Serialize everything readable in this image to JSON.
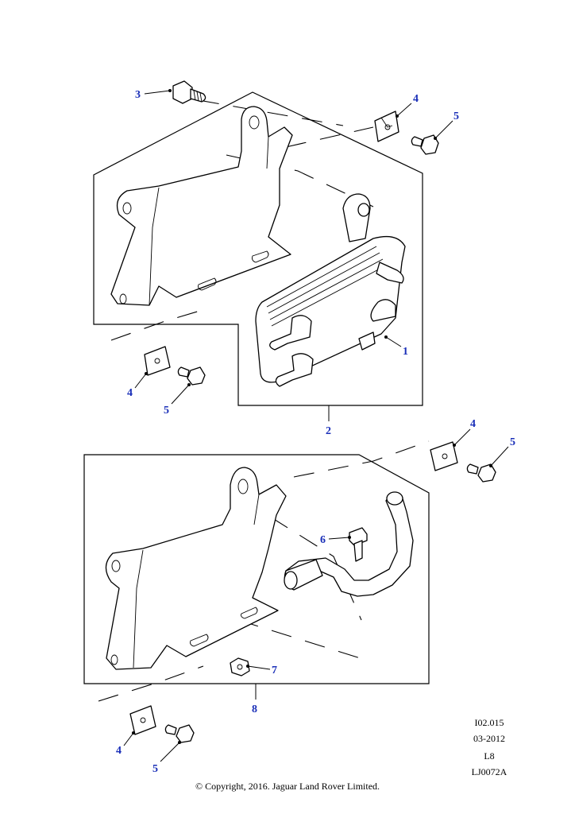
{
  "callouts": {
    "c1": "1",
    "c2": "2",
    "c3": "3",
    "c4a": "4",
    "c5a": "5",
    "c4b": "4",
    "c5b": "5",
    "c4c": "4",
    "c5c": "5",
    "c6": "6",
    "c7": "7",
    "c8": "8",
    "c4d": "4",
    "c5d": "5"
  },
  "meta": {
    "ref": "I02.015",
    "date": "03-2012",
    "level": "L8",
    "code": "LJ0072A"
  },
  "copyright": "© Copyright, 2016. Jaguar Land Rover Limited.",
  "colors": {
    "callout": "#1a2fb8",
    "line": "#000000"
  }
}
